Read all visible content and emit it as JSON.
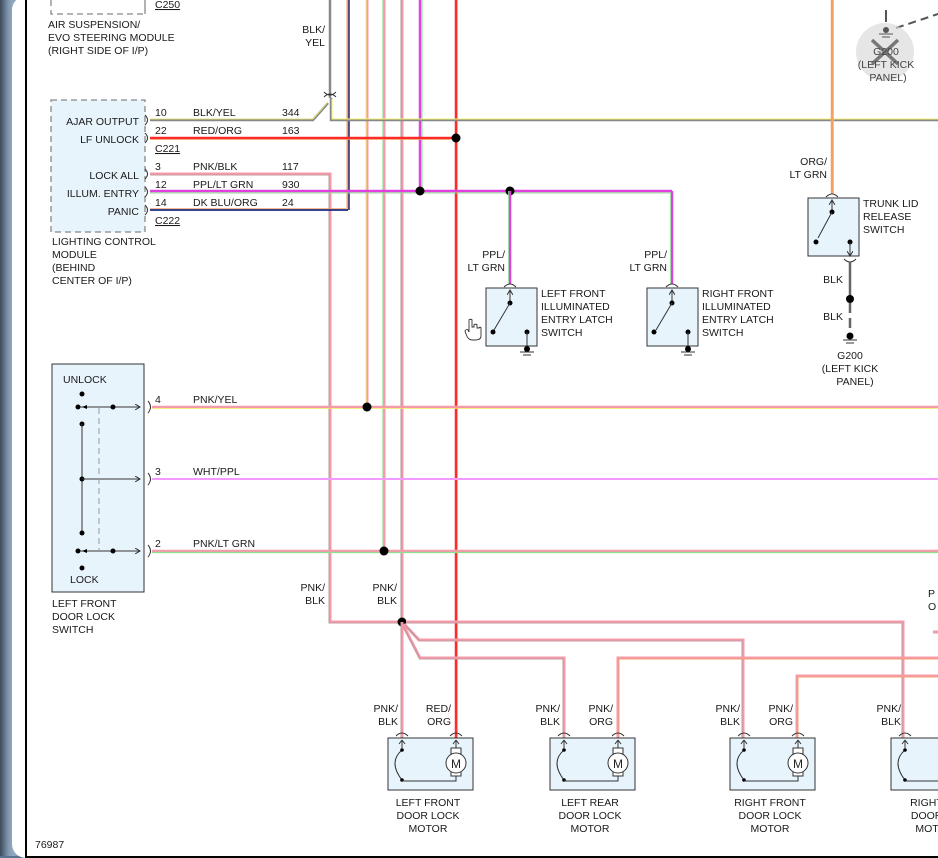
{
  "diagram": {
    "figure_id": "76987",
    "modules": {
      "air_suspension": {
        "connector": "C250",
        "label": [
          "AIR SUSPENSION/",
          "EVO STEERING MODULE",
          "(RIGHT SIDE OF I/P)"
        ]
      },
      "lighting_control": {
        "label": [
          "LIGHTING CONTROL",
          "MODULE",
          "(BEHIND",
          "CENTER OF I/P)"
        ],
        "connectors": [
          "C221",
          "C222"
        ],
        "pins": [
          {
            "name": "AJAR OUTPUT",
            "pin": "10",
            "wire": "BLK/YEL",
            "circuit": "344"
          },
          {
            "name": "LF UNLOCK",
            "pin": "22",
            "wire": "RED/ORG",
            "circuit": "163"
          },
          {
            "name": "LOCK ALL",
            "pin": "3",
            "wire": "PNK/BLK",
            "circuit": "117"
          },
          {
            "name": "ILLUM. ENTRY",
            "pin": "12",
            "wire": "PPL/LT GRN",
            "circuit": "930"
          },
          {
            "name": "PANIC",
            "pin": "14",
            "wire": "DK BLU/ORG",
            "circuit": "24"
          }
        ]
      },
      "door_lock_switch": {
        "label": [
          "LEFT FRONT",
          "DOOR LOCK",
          "SWITCH"
        ],
        "positions": [
          "UNLOCK",
          "LOCK"
        ],
        "pins": [
          {
            "pin": "4",
            "wire": "PNK/YEL"
          },
          {
            "pin": "3",
            "wire": "WHT/PPL"
          },
          {
            "pin": "2",
            "wire": "PNK/LT GRN"
          }
        ]
      },
      "lf_latch_switch": {
        "wire": [
          "PPL/",
          "LT GRN"
        ],
        "label": [
          "LEFT FRONT",
          "ILLUMINATED",
          "ENTRY LATCH",
          "SWITCH"
        ]
      },
      "rf_latch_switch": {
        "wire": [
          "PPL/",
          "LT GRN"
        ],
        "label": [
          "RIGHT FRONT",
          "ILLUMINATED",
          "ENTRY LATCH",
          "SWITCH"
        ]
      },
      "trunk_switch": {
        "wire_in": [
          "ORG/",
          "LT GRN"
        ],
        "label": [
          "TRUNK LID",
          "RELEASE",
          "SWITCH"
        ],
        "wire_out_1": "BLK",
        "wire_out_2": "BLK",
        "ground": [
          "G200",
          "(LEFT KICK",
          "PANEL)"
        ]
      },
      "ground_top": [
        "G200",
        "(LEFT KICK",
        "PANEL)"
      ],
      "blk_yel_label": [
        "BLK/",
        "YEL"
      ],
      "pnk_blk_labels": [
        [
          "PNK/",
          "BLK"
        ],
        [
          "PNK/",
          "BLK"
        ]
      ],
      "motors": [
        {
          "label": [
            "LEFT FRONT",
            "DOOR LOCK",
            "MOTOR"
          ],
          "wire_a": [
            "PNK/",
            "BLK"
          ],
          "wire_b": [
            "RED/",
            "ORG"
          ]
        },
        {
          "label": [
            "LEFT REAR",
            "DOOR LOCK",
            "MOTOR"
          ],
          "wire_a": [
            "PNK/",
            "BLK"
          ],
          "wire_b": [
            "PNK/",
            "ORG"
          ]
        },
        {
          "label": [
            "RIGHT FRONT",
            "DOOR LOCK",
            "MOTOR"
          ],
          "wire_a": [
            "PNK/",
            "BLK"
          ],
          "wire_b": [
            "PNK/",
            "ORG"
          ]
        },
        {
          "label": [
            "RIGHT F",
            "DOOR L",
            "MOTO"
          ],
          "wire_a": [
            "PNK/",
            "BLK"
          ],
          "wire_b": [
            "P",
            "O"
          ]
        }
      ],
      "motor_symbol": "M",
      "edge_cut_label": [
        "P",
        "O"
      ]
    },
    "colors": {
      "red_org": "#ff2a2a",
      "pnk": "#f49aa8",
      "ppl": "#e040e0",
      "lt_grn": "#8ee08e",
      "yel": "#f3ef6a",
      "blk": "#808080",
      "dk_blu": "#1a2a80",
      "org": "#f6a060",
      "box_fill": "#e8f4fc"
    }
  }
}
